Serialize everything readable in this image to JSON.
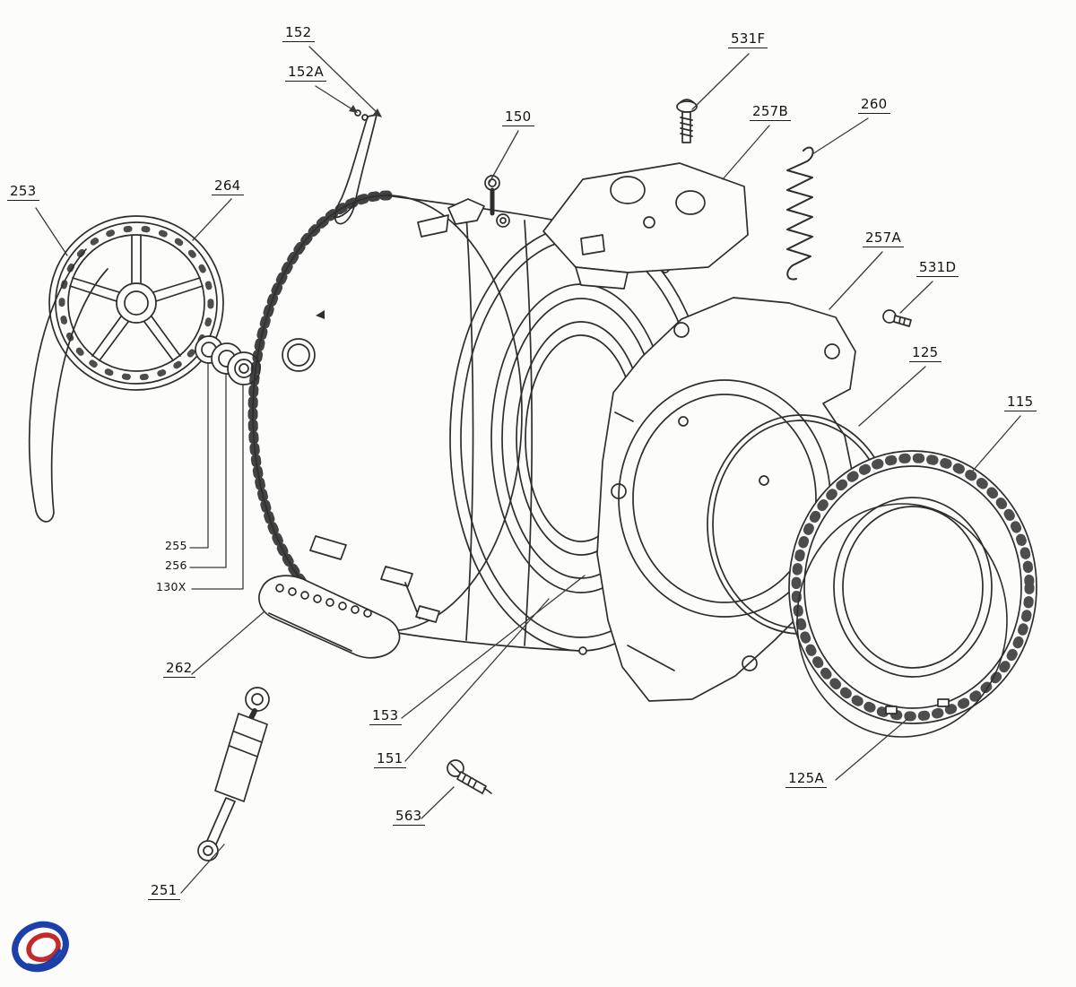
{
  "diagram": {
    "type": "exploded-parts-diagram",
    "subject": "washing-machine-tub-assembly"
  },
  "colors": {
    "line": "#2e2e2e",
    "leader": "#3a3a3a",
    "background": "#fcfcfb",
    "logo_blue": "#1d3faa",
    "logo_red": "#c42a2a"
  },
  "labels": [
    {
      "id": "152",
      "text": "152"
    },
    {
      "id": "152A",
      "text": "152A"
    },
    {
      "id": "150",
      "text": "150"
    },
    {
      "id": "531F",
      "text": "531F"
    },
    {
      "id": "257B",
      "text": "257B"
    },
    {
      "id": "260",
      "text": "260"
    },
    {
      "id": "253",
      "text": "253"
    },
    {
      "id": "264",
      "text": "264"
    },
    {
      "id": "257A",
      "text": "257A"
    },
    {
      "id": "531D",
      "text": "531D"
    },
    {
      "id": "125",
      "text": "125"
    },
    {
      "id": "115",
      "text": "115"
    },
    {
      "id": "255",
      "text": "255"
    },
    {
      "id": "256",
      "text": "256"
    },
    {
      "id": "130X",
      "text": "130X"
    },
    {
      "id": "262",
      "text": "262"
    },
    {
      "id": "153",
      "text": "153"
    },
    {
      "id": "151",
      "text": "151"
    },
    {
      "id": "563",
      "text": "563"
    },
    {
      "id": "251",
      "text": "251"
    },
    {
      "id": "125A",
      "text": "125A"
    }
  ]
}
